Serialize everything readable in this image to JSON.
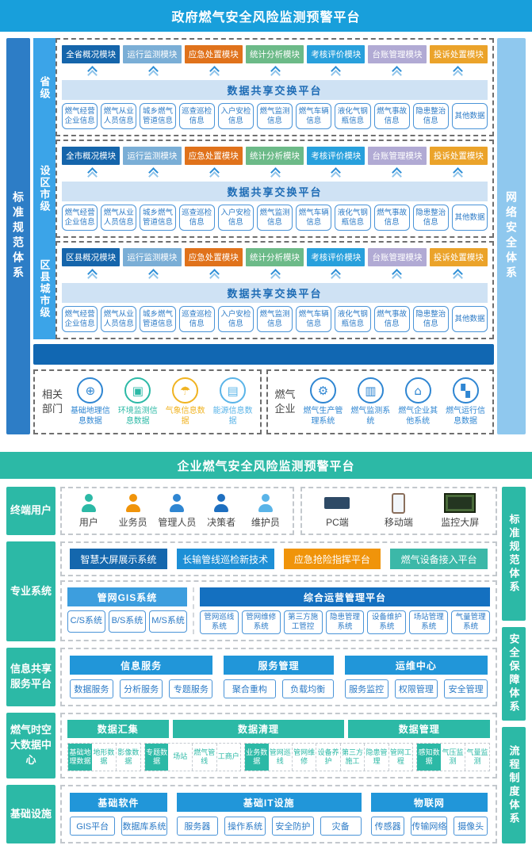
{
  "palette": {
    "gov_header_blue": "#189fdb",
    "enterprise_teal": "#2cb9a6",
    "section_blue": "#2196d9",
    "connector_blue": "#1167b2"
  },
  "government": {
    "title": "政府燃气安全风险监测预警平台",
    "left_sidebar": "标准规范体系",
    "right_sidebar": "网络安全体系",
    "levels": [
      {
        "name": "省级",
        "modules": [
          {
            "label": "全省概况模块",
            "color": "#1565ab"
          },
          {
            "label": "运行监测模块",
            "color": "#7aaed6"
          },
          {
            "label": "应急处置模块",
            "color": "#e0721b"
          },
          {
            "label": "统计分析模块",
            "color": "#6cba88"
          },
          {
            "label": "考核评价模块",
            "color": "#28a0dc"
          },
          {
            "label": "台账管理模块",
            "color": "#b1aad4"
          },
          {
            "label": "投诉处置模块",
            "color": "#eba32a"
          }
        ],
        "platform": "数据共享交换平台",
        "data_items": [
          "燃气经营企业信息",
          "燃气从业人员信息",
          "城乡燃气管道信息",
          "巡查巡检信息",
          "入户安检信息",
          "燃气监测信息",
          "燃气车辆信息",
          "液化气钢瓶信息",
          "燃气事故信息",
          "隐患整治信息",
          "其他数据"
        ]
      },
      {
        "name": "设区市级",
        "modules": [
          {
            "label": "全市概况模块",
            "color": "#1565ab"
          },
          {
            "label": "运行监测模块",
            "color": "#7aaed6"
          },
          {
            "label": "应急处置模块",
            "color": "#e0721b"
          },
          {
            "label": "统计分析模块",
            "color": "#6cba88"
          },
          {
            "label": "考核评价模块",
            "color": "#28a0dc"
          },
          {
            "label": "台账管理模块",
            "color": "#b1aad4"
          },
          {
            "label": "投诉处置模块",
            "color": "#eba32a"
          }
        ],
        "platform": "数据共享交换平台",
        "data_items": [
          "燃气经营企业信息",
          "燃气从业人员信息",
          "城乡燃气管道信息",
          "巡查巡检信息",
          "入户安检信息",
          "燃气监测信息",
          "燃气车辆信息",
          "液化气钢瓶信息",
          "燃气事故信息",
          "隐患整治信息",
          "其他数据"
        ]
      },
      {
        "name": "区县城市级",
        "modules": [
          {
            "label": "区县概况模块",
            "color": "#1565ab"
          },
          {
            "label": "运行监测模块",
            "color": "#7aaed6"
          },
          {
            "label": "应急处置模块",
            "color": "#e0721b"
          },
          {
            "label": "统计分析模块",
            "color": "#6cba88"
          },
          {
            "label": "考核评价模块",
            "color": "#28a0dc"
          },
          {
            "label": "台账管理模块",
            "color": "#b1aad4"
          },
          {
            "label": "投诉处置模块",
            "color": "#eba32a"
          }
        ],
        "platform": "数据共享交换平台",
        "data_items": [
          "燃气经营企业信息",
          "燃气从业人员信息",
          "城乡燃气管道信息",
          "巡查巡检信息",
          "入户安检信息",
          "燃气监测信息",
          "燃气车辆信息",
          "液化气钢瓶信息",
          "燃气事故信息",
          "隐患整治信息",
          "其他数据"
        ]
      }
    ],
    "bottom": {
      "related": {
        "label": "相关部门",
        "items": [
          {
            "label": "基础地理信息数据",
            "color": "#2f86d2",
            "glyph": "⊕",
            "icon": "globe-icon"
          },
          {
            "label": "环境监测信息数据",
            "color": "#2cb9a6",
            "glyph": "▣",
            "icon": "env-monitor-icon"
          },
          {
            "label": "气象信息数据",
            "color": "#f0b321",
            "glyph": "☂",
            "icon": "weather-icon"
          },
          {
            "label": "能源信息数据",
            "color": "#5ab4e8",
            "glyph": "▤",
            "icon": "energy-monitor-icon"
          }
        ]
      },
      "gas": {
        "label": "燃气企业",
        "items": [
          {
            "label": "燃气生产管理系统",
            "color": "#2f86d2",
            "glyph": "⚙",
            "icon": "production-system-icon"
          },
          {
            "label": "燃气监测系统",
            "color": "#2f86d2",
            "glyph": "▥",
            "icon": "monitoring-system-icon"
          },
          {
            "label": "燃气企业其他系统",
            "color": "#2f86d2",
            "glyph": "⌂",
            "icon": "enterprise-building-icon"
          },
          {
            "label": "燃气运行信息数据",
            "color": "#2f86d2",
            "glyph": "▚",
            "icon": "operation-data-icon"
          }
        ]
      }
    }
  },
  "enterprise": {
    "title": "企业燃气安全风险监测预警平台",
    "right_sidebar": [
      "标准规范体系",
      "安全保障体系",
      "流程制度体系"
    ],
    "terminal_users": {
      "label": "终端用户",
      "users": [
        {
          "label": "用户",
          "color": "#2cb9a6"
        },
        {
          "label": "业务员",
          "color": "#f0940a"
        },
        {
          "label": "管理人员",
          "color": "#2f86d2"
        },
        {
          "label": "决策者",
          "color": "#1e6fc0"
        },
        {
          "label": "维护员",
          "color": "#5ab4e8"
        }
      ],
      "devices": [
        {
          "label": "PC端",
          "icon": "pc",
          "icon_name": "pc-icon"
        },
        {
          "label": "移动端",
          "icon": "phone",
          "icon_name": "mobile-phone-icon"
        },
        {
          "label": "监控大屏",
          "icon": "screen",
          "icon_name": "monitor-wall-icon"
        }
      ]
    },
    "professional": {
      "label": "专业系统",
      "top_systems": [
        {
          "label": "智慧大屏展示系统",
          "color": "#1467ad"
        },
        {
          "label": "长输管线巡检新技术",
          "color": "#1d8fd6"
        },
        {
          "label": "应急抢险指挥平台",
          "color": "#f0940a"
        },
        {
          "label": "燃气设备接入平台",
          "color": "#3cb8a8"
        }
      ],
      "gis": {
        "header": "管网GIS系统",
        "color": "#3d9ede",
        "items": [
          "C/S系统",
          "B/S系统",
          "M/S系统"
        ]
      },
      "ops": {
        "header": "综合运营管理平台",
        "color": "#1470c0",
        "items": [
          "管网巡线系统",
          "管网维修系统",
          "第三方施工管控",
          "隐患管理系统",
          "设备维护系统",
          "场站管理系统",
          "气量管理系统"
        ]
      }
    },
    "info_sharing": {
      "label": "信息共享服务平台",
      "groups": [
        {
          "header": "信息服务",
          "items": [
            "数据服务",
            "分析服务",
            "专题服务"
          ]
        },
        {
          "header": "服务管理",
          "items": [
            "聚合重构",
            "负载均衡"
          ]
        },
        {
          "header": "运维中心",
          "items": [
            "服务监控",
            "权限管理",
            "安全管理"
          ]
        }
      ]
    },
    "big_data": {
      "label": "燃气时空大数据中心",
      "headers": [
        "数据汇集",
        "数据清理",
        "数据管理"
      ],
      "groups": [
        {
          "items": [
            {
              "label": "基础地理数据",
              "highlight": true
            },
            {
              "label": "地形数据"
            },
            {
              "label": "影像数据"
            }
          ]
        },
        {
          "items": [
            {
              "label": "专题数据",
              "highlight": true
            },
            {
              "label": "场站"
            },
            {
              "label": "燃气管线"
            },
            {
              "label": "工商户"
            }
          ]
        },
        {
          "items": [
            {
              "label": "业务数据",
              "highlight": true
            },
            {
              "label": "管网巡线"
            },
            {
              "label": "管网维修"
            },
            {
              "label": "设备养护"
            },
            {
              "label": "第三方施工"
            },
            {
              "label": "隐患管理"
            },
            {
              "label": "管网工程"
            }
          ]
        },
        {
          "items": [
            {
              "label": "感知数据",
              "highlight": true
            },
            {
              "label": "气压监测"
            },
            {
              "label": "气量监测"
            }
          ]
        }
      ]
    },
    "infrastructure": {
      "label": "基础设施",
      "groups": [
        {
          "header": "基础软件",
          "items": [
            "GIS平台",
            "数据库系统"
          ]
        },
        {
          "header": "基础IT设施",
          "items": [
            "服务器",
            "操作系统",
            "安全防护",
            "灾备"
          ]
        },
        {
          "header": "物联网",
          "items": [
            "传感器",
            "传输网络",
            "摄像头"
          ]
        }
      ]
    }
  }
}
